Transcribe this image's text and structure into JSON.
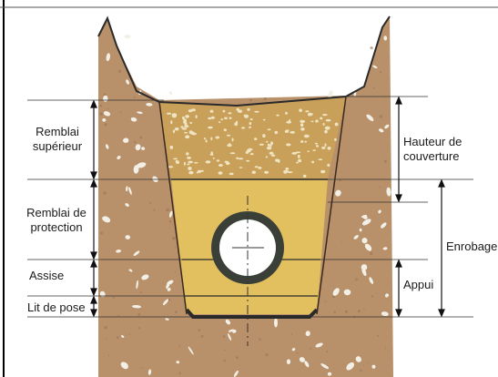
{
  "labels": {
    "remblai_superieur_1": "Remblai",
    "remblai_superieur_2": "supérieur",
    "remblai_protection_1": "Remblai de",
    "remblai_protection_2": "protection",
    "assise": "Assise",
    "lit_de_pose": "Lit de pose",
    "hauteur_couverture_1": "Hauteur de",
    "hauteur_couverture_2": "couverture",
    "enrobage": "Enrobage",
    "appui": "Appui"
  },
  "colors": {
    "soil": "#b8906a",
    "soil_dark": "#8b6648",
    "backfill_top": "#c9a05a",
    "protection_fill": "#e2c060",
    "pipe_wall": "#3a3f38",
    "pebble": "#f2efe6"
  }
}
